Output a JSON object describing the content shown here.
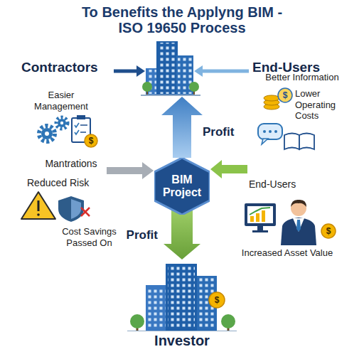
{
  "diagram": {
    "title": "To Benefits the Applyng BIM - ISO 19650 Process",
    "nodes": [
      {
        "text": [
          "BIM Project"
        ]
      },
      {
        "text": [
          "Investor"
        ]
      }
    ],
    "edges": [
      {
        "from": 0,
        "to": 1,
        "arrow": "to",
        "label": "Profit"
      }
    ],
    "labels": [
      "Contractors",
      "End-Users",
      "Easier Management",
      "$",
      "Mantrations",
      "Reduced Risk",
      "Cost Savings Passed On",
      "Profit",
      "Better Information",
      "$",
      "Lower Operating Costs",
      "End-Users",
      "$",
      "Increased Asset Value",
      "$"
    ]
  }
}
